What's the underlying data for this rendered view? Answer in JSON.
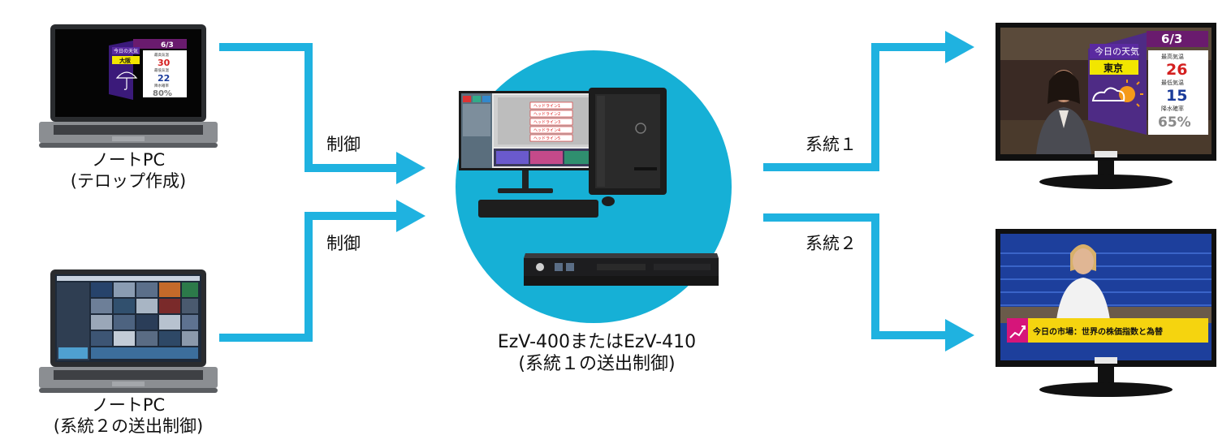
{
  "colors": {
    "arrow": "#1fb2e0",
    "hub_circle": "#16b0d6",
    "laptop_body": "#6d7074",
    "monitor_frame": "#111111",
    "weather_banner": "#6a1b6e",
    "ticker_yellow": "#f5d40f"
  },
  "laptop1": {
    "caption_line1": "ノートPC",
    "caption_line2": "(テロップ作成)",
    "screen": {
      "header": "今日の天気",
      "date": "6/3",
      "city": "大阪",
      "high_label": "最高気温",
      "high": "30",
      "low_label": "最低気温",
      "low": "22",
      "rain_label": "降水確率",
      "rain": "80%"
    }
  },
  "laptop2": {
    "caption_line1": "ノートPC",
    "caption_line2": "(系統２の送出制御)"
  },
  "hub": {
    "caption_line1": "EzV-400またはEzV-410",
    "caption_line2": "(系統１の送出制御)",
    "workstation_icon": "workstation-icon",
    "rack_unit_icon": "rack-unit-icon",
    "ui_buttons": [
      "ヘッドライン1",
      "ヘッドライン2",
      "ヘッドライン3",
      "ヘッドライン4",
      "ヘッドライン5"
    ]
  },
  "edges": {
    "control_top": "制御",
    "control_bottom": "制御",
    "system1": "系統１",
    "system2": "系統２"
  },
  "tv1": {
    "header": "今日の天気",
    "date": "6/3",
    "city": "東京",
    "high_label": "最高気温",
    "high": "26",
    "low_label": "最低気温",
    "low": "15",
    "rain_label": "降水確率",
    "rain": "65%"
  },
  "tv2": {
    "ticker": "今日の市場：世界の株価指数と為替"
  }
}
